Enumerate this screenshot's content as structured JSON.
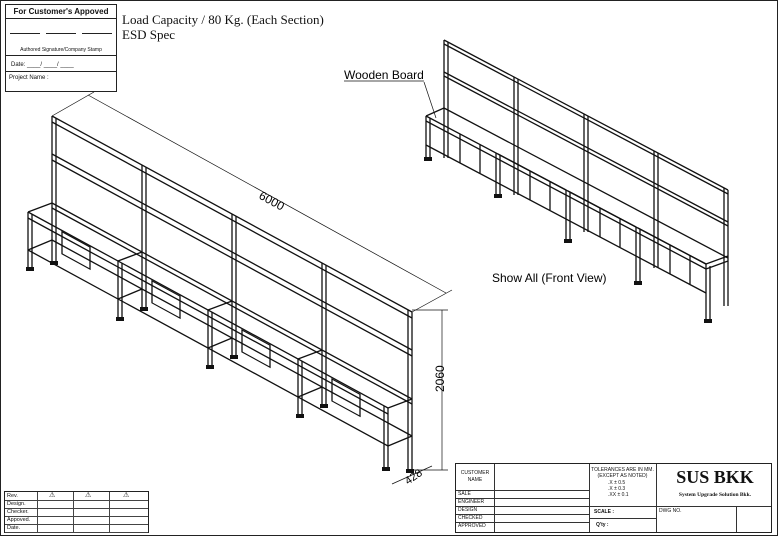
{
  "approval": {
    "title": "For Customer's  Appoved",
    "signature": "Authored Signature/Company Stamp",
    "date": "Date: ____/ ____/ ____",
    "project": "Project Name :"
  },
  "notes": {
    "line1": "Load Capacity / 80 Kg. (Each Section)",
    "line2": "ESD Spec"
  },
  "labels": {
    "wooden_board": "Wooden Board",
    "show_all": "Show All (Front View)"
  },
  "dimensions": {
    "length": "6000",
    "height": "2060",
    "depth": "428"
  },
  "revision_block": {
    "rows": [
      "Rev.",
      "Design.",
      "Checker.",
      "Appoved.",
      "Date."
    ],
    "mark": "⚠"
  },
  "title_block": {
    "customer_name": "CUSTOMER\nNAME",
    "sale": "SALE",
    "engineer": "ENGINEER",
    "design": "DESIGN",
    "checked": "CHECKED",
    "approved": "APPROVED",
    "tolerances_title": "TOLERANCES ARE IN MM.",
    "tolerances_sub": "(EXCEPT AS NOTED)",
    "tol_x": ".X    ±  0.5",
    "tol_xx": ".X    ±  0.3",
    "tol_xxx": ".XX  ±  0.1",
    "scale": "SCALE :",
    "qty": "Q'ty :",
    "dwg_no": "DWG NO.",
    "company": "SUS BKK",
    "company_sub": "System Upgrade Solution Bkk."
  }
}
